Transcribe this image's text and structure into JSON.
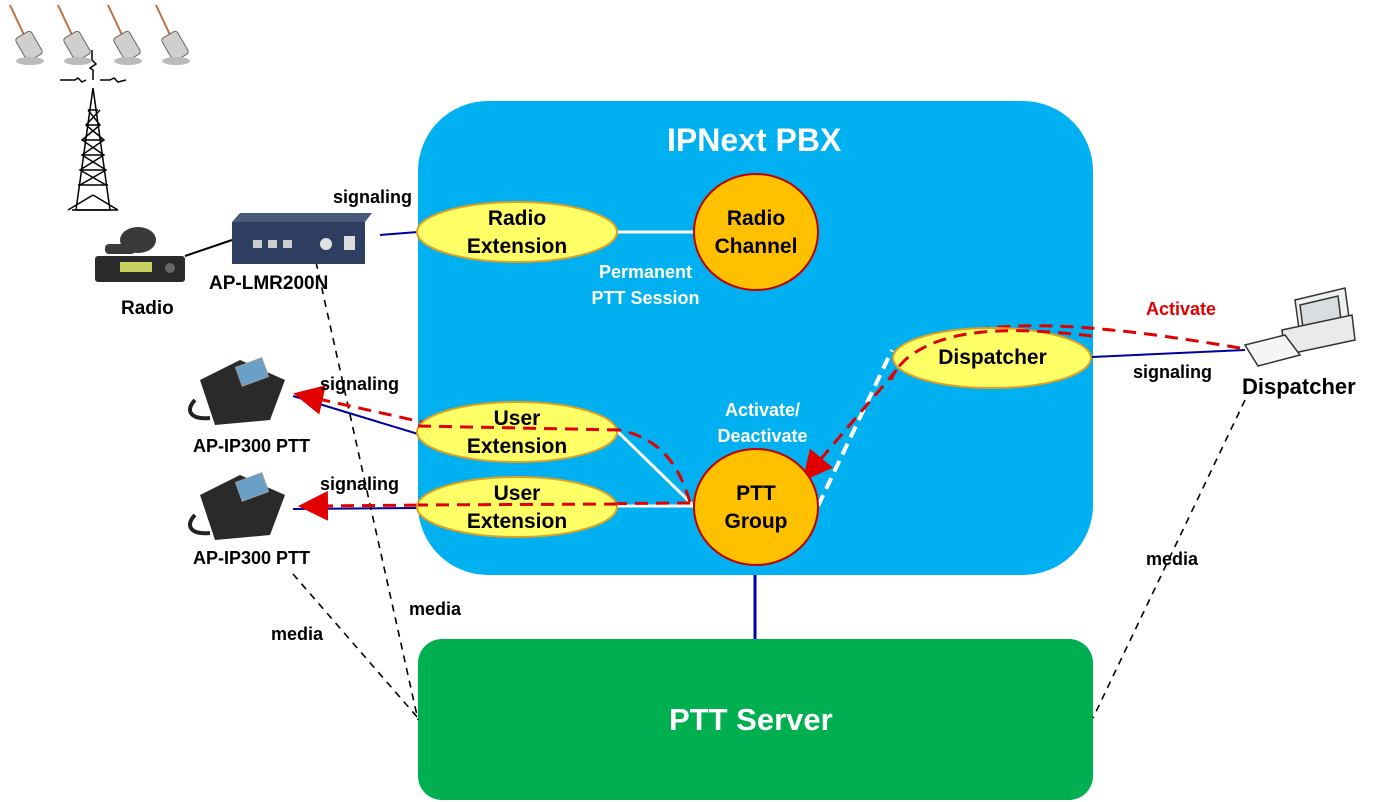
{
  "pbx": {
    "title": "IPNext PBX",
    "color": "#00b0f0"
  },
  "server": {
    "title": "PTT Server",
    "color": "#00b050"
  },
  "nodes": {
    "radio_extension": {
      "line1": "Radio",
      "line2": "Extension"
    },
    "radio_channel": {
      "line1": "Radio",
      "line2": "Channel"
    },
    "user_extension_1": {
      "line1": "User",
      "line2": "Extension"
    },
    "user_extension_2": {
      "line1": "User",
      "line2": "Extension"
    },
    "ptt_group": {
      "line1": "PTT",
      "line2": "Group"
    },
    "dispatcher": {
      "label": "Dispatcher"
    }
  },
  "annotations": {
    "permanent_session_1": "Permanent",
    "permanent_session_2": "PTT Session",
    "activate_deactivate_1": "Activate/",
    "activate_deactivate_2": "Deactivate",
    "activate": "Activate"
  },
  "devices": {
    "gateway": "AP-LMR200N",
    "radio": "Radio",
    "phone_1": "AP-IP300 PTT",
    "phone_2": "AP-IP300 PTT",
    "dispatcher_pc": "Dispatcher"
  },
  "links": {
    "signaling_gateway": "signaling",
    "signaling_phone_1": "signaling",
    "signaling_phone_2": "signaling",
    "signaling_dispatcher": "signaling",
    "media_left_1": "media",
    "media_left_2": "media",
    "media_right": "media"
  },
  "colors": {
    "ellipse_fill": "#ffff66",
    "circle_fill": "#ffc000",
    "signaling_line": "#0000a0",
    "activate_dash": "#e00000"
  }
}
